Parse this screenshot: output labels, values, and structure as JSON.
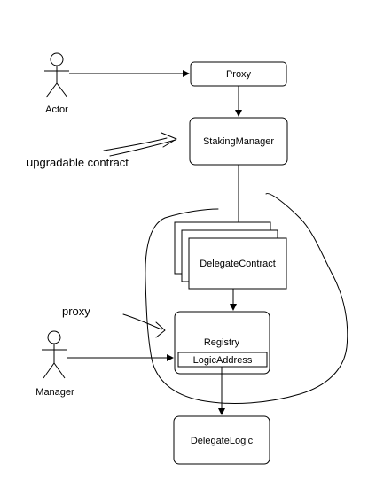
{
  "nodes": {
    "proxy": "Proxy",
    "staking_manager": "StakingManager",
    "delegate_contract": "DelegateContract",
    "registry": "Registry",
    "logic_address": "LogicAddress",
    "delegate_logic": "DelegateLogic"
  },
  "actors": {
    "actor": "Actor",
    "manager": "Manager"
  },
  "annotations": {
    "upgradable": "upgradable contract",
    "proxy_note": "proxy"
  }
}
